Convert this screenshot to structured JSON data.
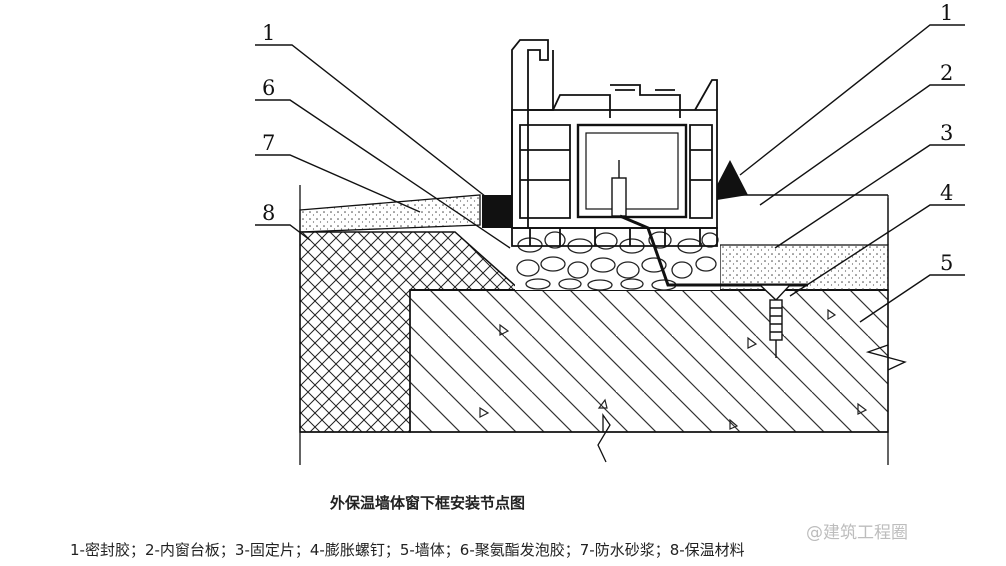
{
  "diagram": {
    "title": "外保温墙体窗下框安装节点图",
    "legend": "1-密封胶；2-内窗台板；3-固定片；4-膨胀螺钉；5-墙体；6-聚氨酯发泡胶；7-防水砂浆；8-保温材料",
    "watermark": "@建筑工程圈",
    "callouts": [
      {
        "id": "left-1",
        "text": "1"
      },
      {
        "id": "left-6",
        "text": "6"
      },
      {
        "id": "left-7",
        "text": "7"
      },
      {
        "id": "left-8",
        "text": "8"
      },
      {
        "id": "right-1",
        "text": "1"
      },
      {
        "id": "right-2",
        "text": "2"
      },
      {
        "id": "right-3",
        "text": "3"
      },
      {
        "id": "right-4",
        "text": "4"
      },
      {
        "id": "right-5",
        "text": "5"
      }
    ]
  }
}
